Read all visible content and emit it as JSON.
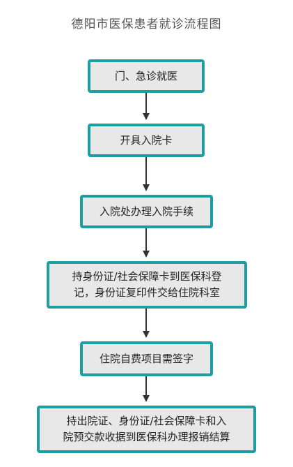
{
  "title": "德阳市医保患者就诊流程图",
  "colors": {
    "box_border": "#1e9ea0",
    "box_fill": "#e8e8e8",
    "arrow": "#333333",
    "title_text": "#555555"
  },
  "steps": [
    {
      "lines": [
        "门、急诊就医"
      ]
    },
    {
      "lines": [
        "开具入院卡"
      ]
    },
    {
      "lines": [
        "入院处办理入院手续"
      ]
    },
    {
      "lines": [
        "持身份证/社会保障卡到医保科登",
        "记，身份证复印件交给住院科室"
      ]
    },
    {
      "lines": [
        "住院自费项目需签字"
      ]
    },
    {
      "lines": [
        "持出院证、身份证/社会保障卡和入",
        "院预交款收据到医保科办理报销结算"
      ]
    }
  ]
}
